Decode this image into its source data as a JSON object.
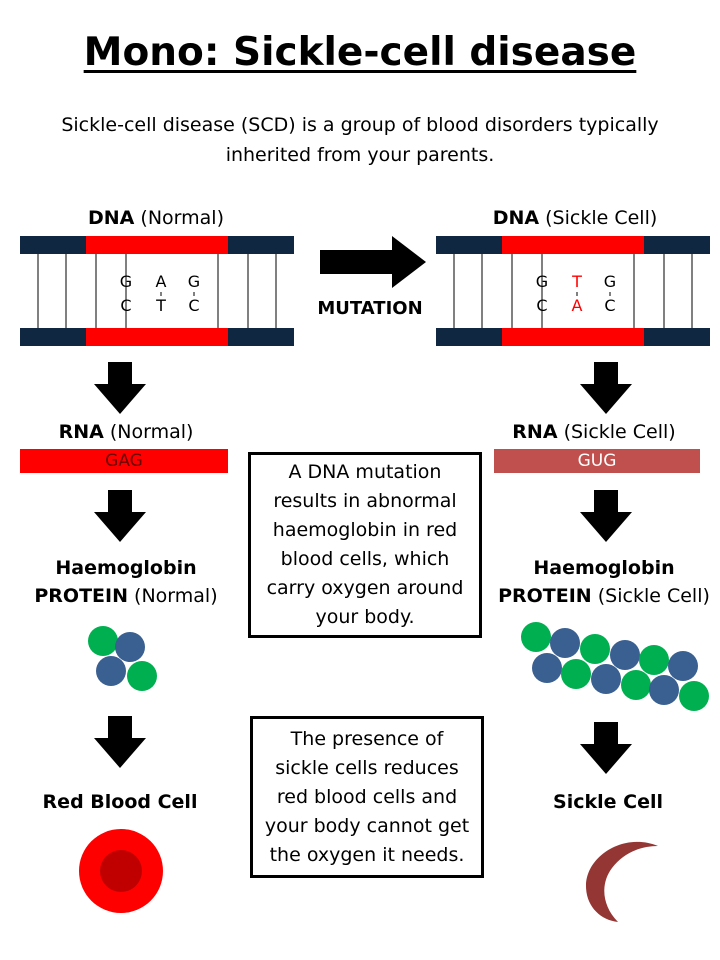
{
  "title": "Mono: Sickle-cell disease",
  "intro": "Sickle-cell disease (SCD) is a group of blood disorders typically inherited from your parents.",
  "left": {
    "dna_label_bold": "DNA",
    "dna_label_rest": " (Normal)",
    "dna_top": [
      "G",
      "A",
      "G"
    ],
    "dna_bottom": [
      "C",
      "T",
      "C"
    ],
    "rna_label_bold": "RNA",
    "rna_label_rest": " (Normal)",
    "rna_seq": "GAG",
    "protein_label_bold_1": "Haemoglobin",
    "protein_label_bold_2": "PROTEIN",
    "protein_label_rest": " (Normal)",
    "cell_label": "Red Blood Cell"
  },
  "right": {
    "dna_label_bold": "DNA",
    "dna_label_rest": " (Sickle Cell)",
    "dna_top": [
      "G",
      "T",
      "G"
    ],
    "dna_bottom": [
      "C",
      "A",
      "C"
    ],
    "rna_label_bold": "RNA",
    "rna_label_rest": " (Sickle Cell)",
    "rna_seq": "GUG",
    "protein_label_bold_1": "Haemoglobin",
    "protein_label_bold_2": "PROTEIN",
    "protein_label_rest": " (Sickle Cell)",
    "cell_label": "Sickle Cell"
  },
  "mutation_label": "MUTATION",
  "box1": "A DNA mutation results in abnormal haemoglobin in red blood cells, which carry oxygen around your body.",
  "box2": "The presence of sickle cells reduces red blood cells and your body cannot get the oxygen it needs.",
  "colors": {
    "strand_dark": "#0f2740",
    "strand_red": "#ff0000",
    "mutation_red": "#ff0000",
    "rna_normal": "#ff0000",
    "rna_sickle": "#c0504d",
    "globin_green": "#00b050",
    "globin_blue": "#3a5f91",
    "rbc_outer": "#ff0000",
    "rbc_inner": "#c00000",
    "sickle_cell": "#943634"
  },
  "icons": {
    "arrow_right": "arrow-right-icon",
    "arrow_down": "arrow-down-icon"
  }
}
